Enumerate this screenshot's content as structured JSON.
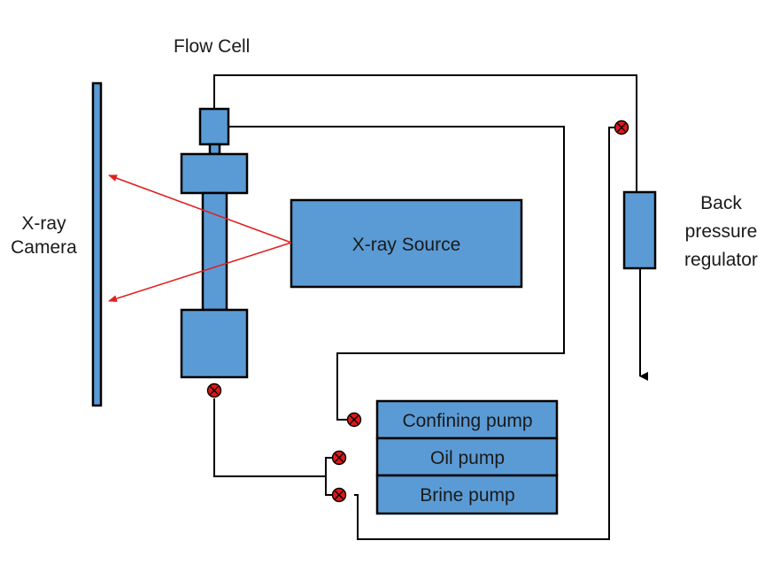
{
  "labels": {
    "flow_cell": "Flow Cell",
    "camera": [
      "X-ray",
      "Camera"
    ],
    "bpr": [
      "Back",
      "pressure",
      "regulator"
    ]
  },
  "components": {
    "source": "X-ray Source",
    "confining_pump": "Confining pump",
    "oil_pump": "Oil pump",
    "brine_pump": "Brine pump"
  },
  "colors": {
    "component_fill": "#5B9BD5",
    "outline": "#000000",
    "ray": "#E02020",
    "valve": "#E01818"
  }
}
